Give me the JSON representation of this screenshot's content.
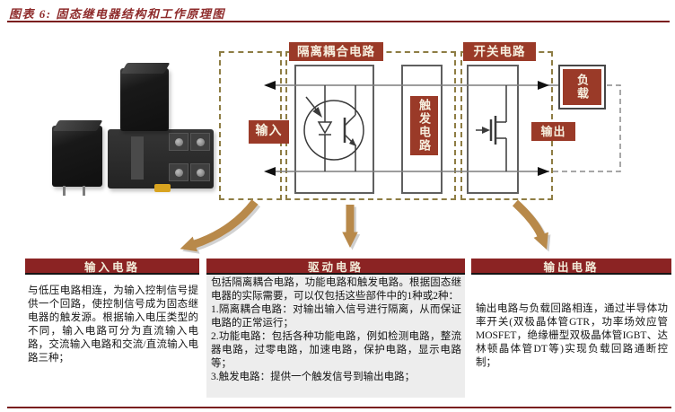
{
  "figure": {
    "title": "图表 6: 固态继电器结构和工作原理图"
  },
  "diagram": {
    "isolation_label": "隔离耦合电路",
    "switch_label": "开关电路",
    "input_label": "输入",
    "trigger_label": "触发电路",
    "output_label": "输出",
    "load_label": "负载"
  },
  "table": {
    "columns": [
      {
        "header": "输入电路",
        "body": "与低压电路相连，为输入控制信号提供一个回路，使控制信号成为固态继电器的触发源。根据输入电压类型的不同，输入电路可分为直流输入电路，交流输入电路和交流/直流输入电路三种；"
      },
      {
        "header": "驱动电路",
        "body": "包括隔离耦合电路，功能电路和触发电路。根据固态继电器的实际需要，可以仅包括这些部件中的1种或2种：\n1.隔离耦合电路：对输出输入信号进行隔离，从而保证电路的正常运行；\n2.功能电路：包括各种功能电路，例如检测电路，整流器电路，过零电路，加速电路，保护电路，显示电路等；\n3.触发电路：提供一个触发信号到输出电路；"
      },
      {
        "header": "输出电路",
        "body": "输出电路与负载回路相连，通过半导体功率开关(双极晶体管GTR，功率场效应管MOSFET，绝缘栅型双极晶体管IGBT、达林顿晶体管DT等)实现负载回路通断控制；"
      }
    ]
  },
  "colors": {
    "accent_red": "#9a3a28",
    "header_maroon": "#8b2323",
    "title_maroon": "#8e2b2b",
    "dash_olive": "#8e7d44",
    "arrow_gold": "#b8894a",
    "wire_gray": "#7d7d7d"
  },
  "icons": {
    "flow_arrows": [
      "curved-arrow-down-left",
      "arrow-down",
      "curved-arrow-down-right"
    ],
    "symbols": [
      "optocoupler",
      "mosfet"
    ]
  }
}
